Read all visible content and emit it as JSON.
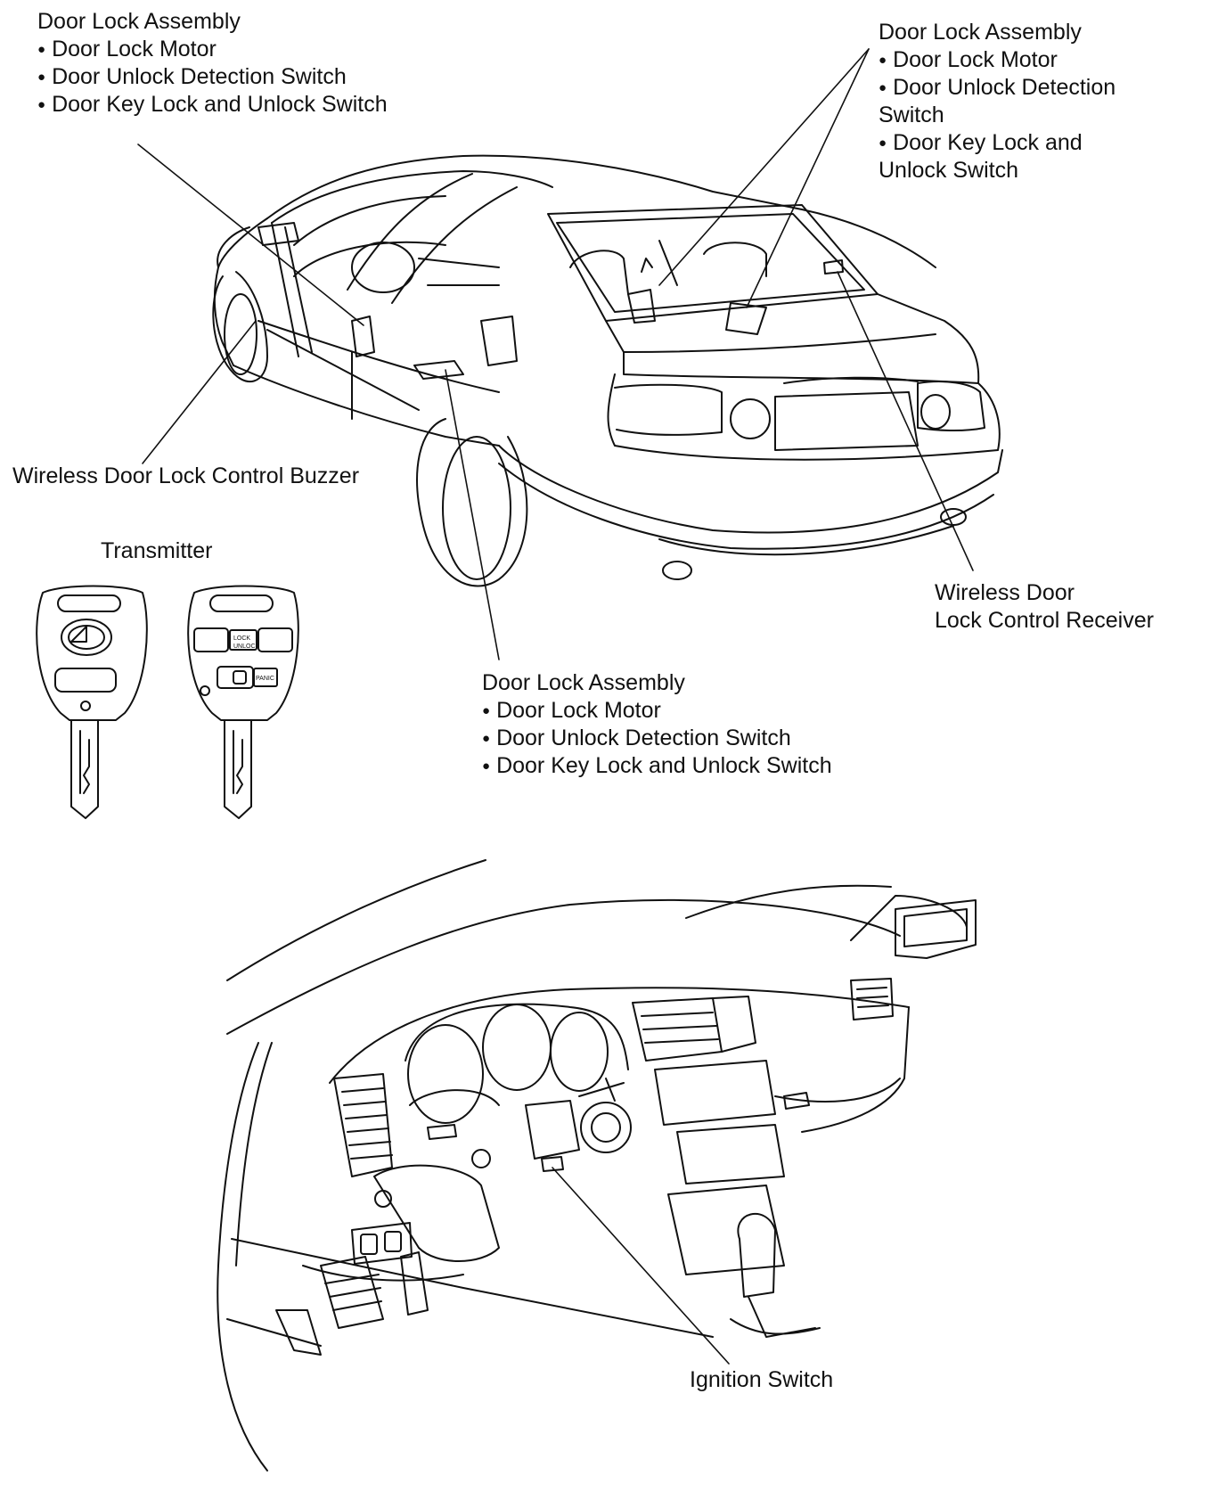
{
  "labels": {
    "door_lock_front_left": {
      "title": "Door Lock Assembly",
      "items": [
        "Door Lock Motor",
        "Door Unlock Detection Switch",
        "Door Key Lock and Unlock Switch"
      ]
    },
    "door_lock_rear_right": {
      "title": "Door Lock Assembly",
      "items": [
        "Door Lock Motor",
        "Door Unlock Detection",
        "Switch",
        "Door Key Lock and",
        "Unlock Switch"
      ]
    },
    "door_lock_front_right": {
      "title": "Door Lock Assembly",
      "items": [
        "Door Lock Motor",
        "Door Unlock Detection Switch",
        "Door Key Lock and Unlock Switch"
      ]
    },
    "buzzer": "Wireless Door Lock Control Buzzer",
    "transmitter": "Transmitter",
    "receiver_line1": "Wireless Door",
    "receiver_line2": "Lock Control Receiver",
    "ignition_switch": "Ignition Switch"
  },
  "key_button_texts": {
    "lock": "LOCK",
    "unlock": "UNLOCK",
    "panic": "PANIC"
  }
}
